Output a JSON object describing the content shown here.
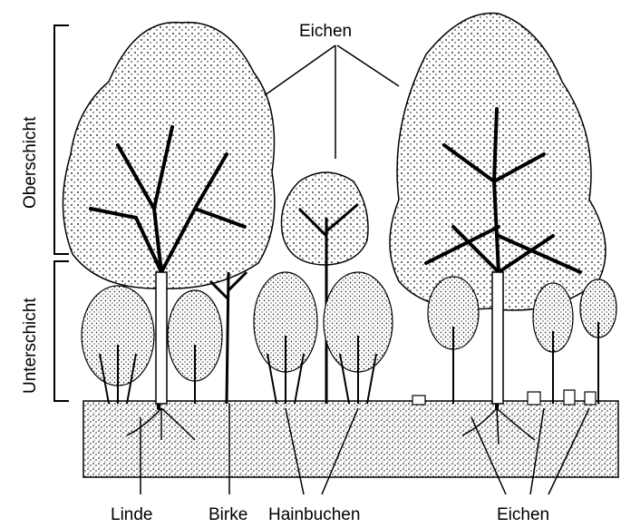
{
  "labels": {
    "top_oaks": "Eichen",
    "linde": "Linde",
    "birke": "Birke",
    "hainbuchen": "Hainbuchen",
    "bottom_oaks": "Eichen"
  },
  "layers": {
    "upper": "Oberschicht",
    "lower": "Unterschicht"
  },
  "colors": {
    "ink": "#000000",
    "paper": "#ffffff",
    "soil": "#e6e6e6"
  }
}
